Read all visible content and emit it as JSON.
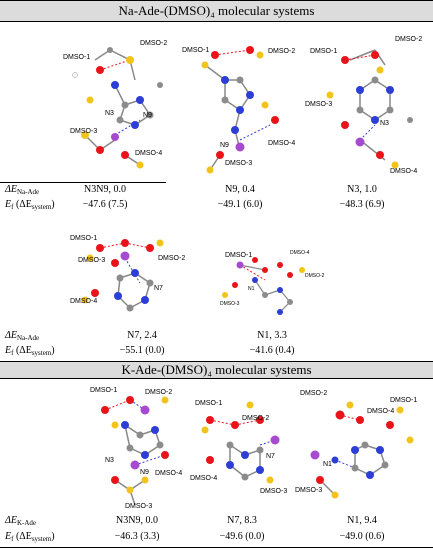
{
  "table": {
    "section1": {
      "header": "Na-Ade-(DMSO)₄ molecular systems",
      "row_a_label": "ΔE",
      "row_a_sub": "Na-Ade",
      "row_b_label_e": "E",
      "row_b_label_sub": "f",
      "row_b_label_rest": " (ΔE",
      "row_b_label_sub2": "system",
      "row_b_label_end": ")",
      "structures_row1": [
        {
          "site": "N3N9, 0.0",
          "ef": "−47.6 (7.5)",
          "labels": [
            "DMSO-1",
            "DMSO-2",
            "DMSO-3",
            "DMSO-4",
            "N9",
            "N3"
          ]
        },
        {
          "site": "N9, 0.4",
          "ef": "−49.1 (6.0)",
          "labels": [
            "DMSO-1",
            "DMSO-2",
            "DMSO-3",
            "DMSO-4",
            "N9"
          ]
        },
        {
          "site": "N3, 1.0",
          "ef": "−48.3 (6.9)",
          "labels": [
            "DMSO-1",
            "DMSO-2",
            "DMSO-3",
            "DMSO-4",
            "N3"
          ]
        }
      ],
      "structures_row2": [
        {
          "site": "N7, 2.4",
          "ef": "−55.1 (0.0)",
          "labels": [
            "DMSO-1",
            "DMSO-2",
            "DMSO-3",
            "DMSO-4",
            "N7"
          ]
        },
        {
          "site": "N1, 3.3",
          "ef": "−41.6 (0.4)",
          "labels": [
            "DMSO-1",
            "DMSO-2",
            "DMSO-3",
            "DMSO-4",
            "N1"
          ]
        }
      ]
    },
    "section2": {
      "header": "K-Ade-(DMSO)₄ molecular systems",
      "row_a_label": "ΔE",
      "row_a_sub": "K-Ade",
      "row_b_label_e": "E",
      "row_b_label_sub": "f",
      "row_b_label_rest": " (ΔE",
      "row_b_label_sub2": "system",
      "row_b_label_end": ")",
      "structures": [
        {
          "site": "N3N9, 0.0",
          "ef": "−46.3 (3.3)",
          "labels": [
            "DMSO-1",
            "DMSO-2",
            "DMSO-3",
            "DMSO-4",
            "N3",
            "N9"
          ]
        },
        {
          "site": "N7, 8.3",
          "ef": "−49.6 (0.0)",
          "labels": [
            "DMSO-1",
            "DMSO-2",
            "DMSO-3",
            "DMSO-4",
            "N7"
          ]
        },
        {
          "site": "N1, 9.4",
          "ef": "−49.0 (0.6)",
          "labels": [
            "DMSO-1",
            "DMSO-2",
            "DMSO-3",
            "DMSO-4",
            "N1"
          ]
        }
      ]
    }
  },
  "colors": {
    "header_bg": "#dcdcdc",
    "oxygen": "#e8141a",
    "sulfur": "#f2c419",
    "nitrogen": "#2c3ed6",
    "carbon": "#8c8c8c",
    "hydrogen": "#f4f4f4",
    "na": "#a64ad0",
    "k": "#8e3bc6"
  }
}
